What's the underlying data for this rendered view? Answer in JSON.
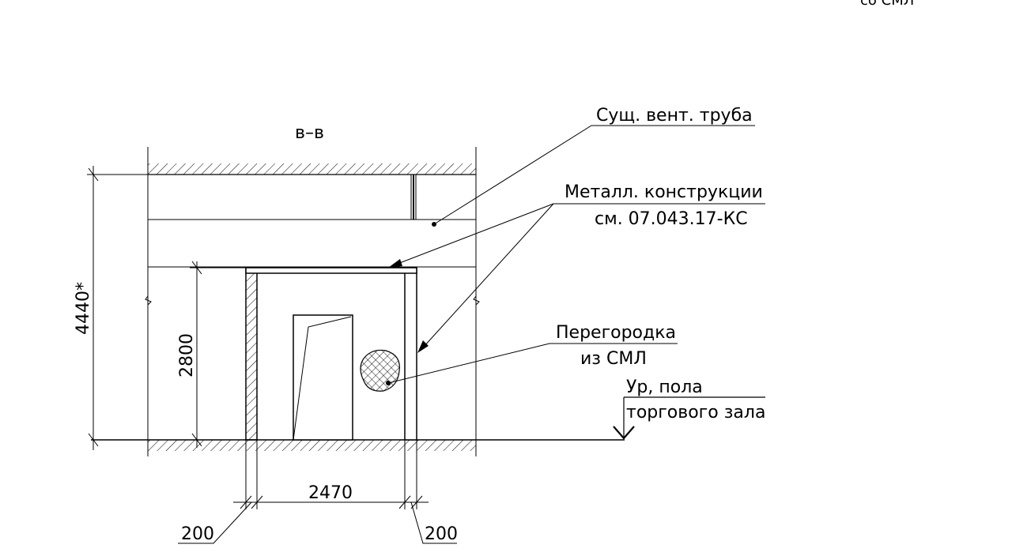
{
  "section_title": "в–в",
  "top_fragment": "со СМЛ",
  "callouts": {
    "vent_pipe": "Сущ. вент. труба",
    "metal_line1": "Металл. конструкции",
    "metal_line2": "см. 07.043.17-КС",
    "partition_line1": "Перегородка",
    "partition_line2": "из СМЛ",
    "floor_line1": "Ур, пола",
    "floor_line2": "торгового зала"
  },
  "dimensions": {
    "total_height": "4440*",
    "room_height": "2800",
    "room_width": "2470",
    "left_wall": "200",
    "right_wall": "200"
  },
  "colors": {
    "line": "#000000",
    "background": "#ffffff"
  }
}
